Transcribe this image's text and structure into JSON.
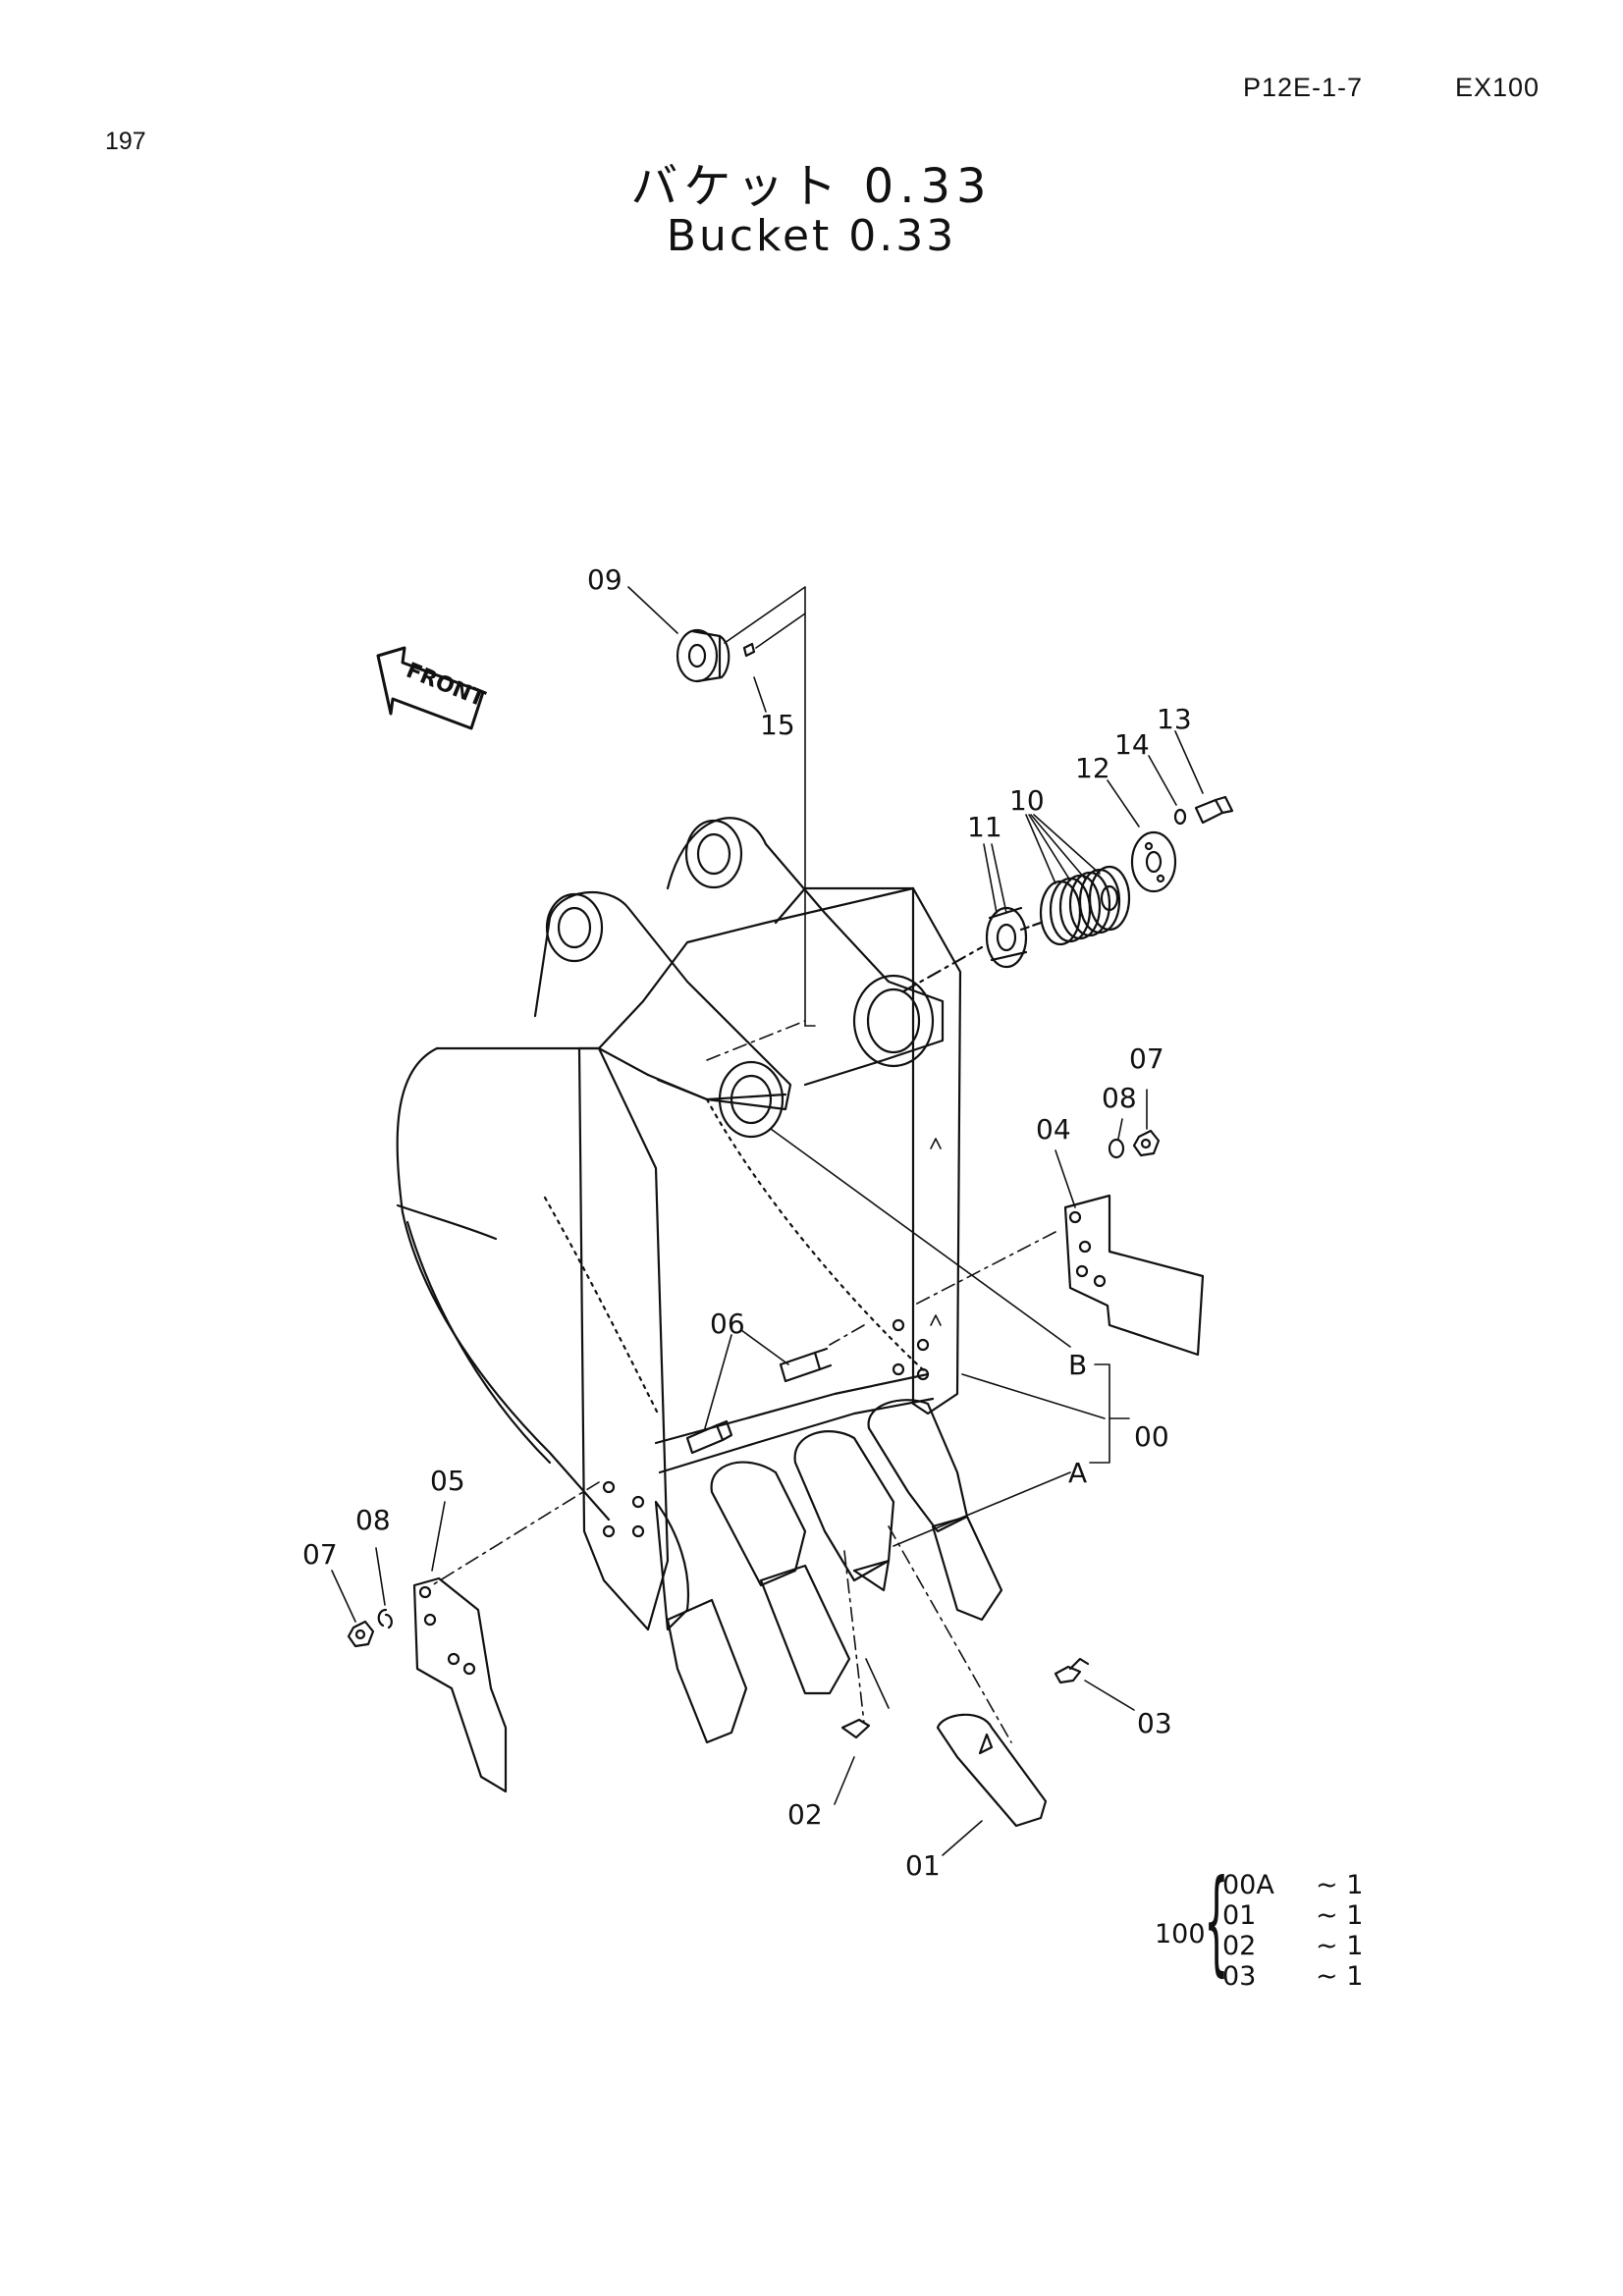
{
  "header": {
    "code": "P12E-1-7",
    "model": "EX100"
  },
  "page_number": "197",
  "title": {
    "japanese": "バケット  0.33",
    "english": "Bucket 0.33"
  },
  "front_marker": "FRONT",
  "callouts": {
    "c00": "00",
    "c01": "01",
    "c02": "02",
    "c03": "03",
    "c04": "04",
    "c05": "05",
    "c06": "06",
    "c07a": "07",
    "c07b": "07",
    "c08a": "08",
    "c08b": "08",
    "c09": "09",
    "c10": "10",
    "c11": "11",
    "c12": "12",
    "c13": "13",
    "c14": "14",
    "c15": "15",
    "cA": "A",
    "cB": "B"
  },
  "kit": {
    "number": "100",
    "items": [
      {
        "code": "00A",
        "qty": "~ 1"
      },
      {
        "code": "01",
        "qty": "~ 1"
      },
      {
        "code": "02",
        "qty": "~ 1"
      },
      {
        "code": "03",
        "qty": "~ 1"
      }
    ]
  }
}
